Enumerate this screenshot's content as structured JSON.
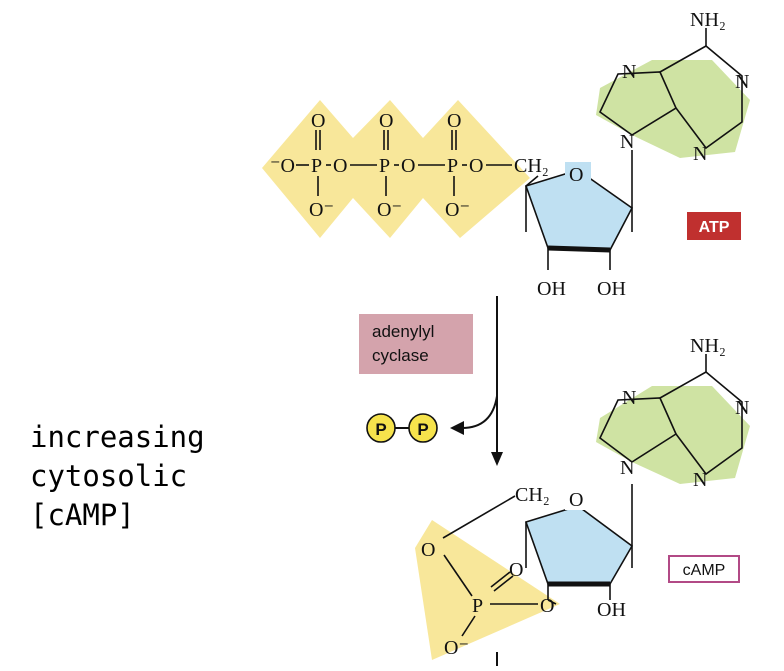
{
  "side_label": {
    "line1": "increasing",
    "line2": "cytosolic",
    "line3": "[cAMP]"
  },
  "atp": {
    "label": "ATP",
    "label_color": "#c0302f",
    "amine": "NH₂",
    "ring_n": "N",
    "phosphate_o_double": "O",
    "phosphate_o_minus": "O⁻",
    "chain_prefix": "⁻O",
    "chain_p": "P",
    "chain_o": "O",
    "ch2": "CH₂",
    "ring_o": "O",
    "hydroxyl": "OH"
  },
  "enzyme": {
    "line1": "adenylyl",
    "line2": "cyclase",
    "box_color": "#d4a3ac"
  },
  "pyrophosphate": {
    "p1": "P",
    "p2": "P",
    "bead_color": "#f6e34c"
  },
  "camp": {
    "label": "cAMP",
    "label_border_color": "#b24a86",
    "amine": "NH₂",
    "ring_n": "N",
    "ch2": "CH₂",
    "ring_o": "O",
    "hydroxyl": "OH",
    "phos_o1": "O",
    "phos_o_double": "O",
    "phos_p": "P",
    "phos_o2": "O",
    "phos_o_minus": "O⁻"
  },
  "colors": {
    "phosphate_highlight": "#f8e79a",
    "sugar_fill": "#bfe0f2",
    "base_fill": "#cfe3a3"
  }
}
